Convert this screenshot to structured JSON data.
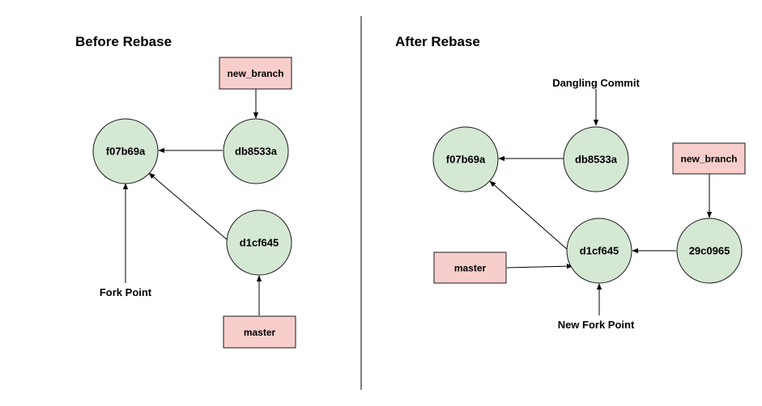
{
  "colors": {
    "commit_fill": "#d5e8d4",
    "commit_stroke": "#1a1a1a",
    "ref_fill": "#f8cecc",
    "ref_stroke": "#1a1a1a",
    "edge": "#000000",
    "divider": "#000000"
  },
  "before": {
    "title": "Before Rebase",
    "commits": {
      "f07b69a": "f07b69a",
      "db8533a": "db8533a",
      "d1cf645": "d1cf645"
    },
    "refs": {
      "new_branch": "new_branch",
      "master": "master"
    },
    "annotations": {
      "fork_point": "Fork Point"
    }
  },
  "after": {
    "title": "After Rebase",
    "commits": {
      "f07b69a": "f07b69a",
      "db8533a": "db8533a",
      "d1cf645": "d1cf645",
      "c29c0965": "29c0965"
    },
    "refs": {
      "new_branch": "new_branch",
      "master": "master"
    },
    "annotations": {
      "dangling_commit": "Dangling Commit",
      "new_fork_point": "New Fork Point"
    }
  }
}
